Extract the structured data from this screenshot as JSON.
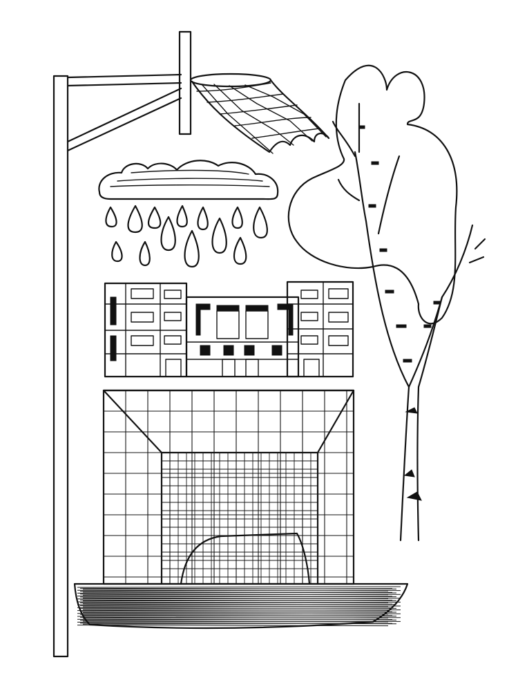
{
  "artwork": {
    "style": "black ink line drawing",
    "palette": {
      "ink": "#111111",
      "paper": "#ffffff"
    },
    "elements": [
      "basketball-hoop",
      "rain-cloud",
      "apartment-building",
      "goal-net",
      "birch-tree",
      "tree-canopy-outline",
      "hatched-ground"
    ]
  }
}
